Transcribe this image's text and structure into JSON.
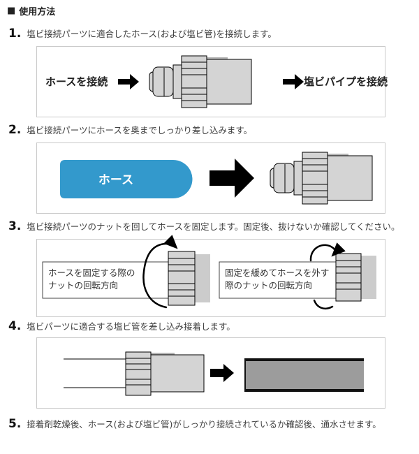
{
  "page": {
    "title_bullet": "■",
    "title": "使用方法"
  },
  "steps": [
    {
      "num": "1.",
      "text": "塩ビ接続パーツに適合したホース(および塩ビ管)を接続します。"
    },
    {
      "num": "2.",
      "text": "塩ビ接続パーツにホースを奥までしっかり差し込みます。"
    },
    {
      "num": "3.",
      "text": "塩ビ接続パーツのナットを回してホースを固定します。固定後、抜けないか確認してください。"
    },
    {
      "num": "4.",
      "text": "塩ビパーツに適合する塩ビ管を差し込み接着します。"
    },
    {
      "num": "5.",
      "text": "接着剤乾燥後、ホース(および塩ビ管)がしっかり接続されているか確認後、通水させます。"
    }
  ],
  "figure1": {
    "left_label": "ホースを接続",
    "right_label": "塩ビパイプを接続"
  },
  "figure2": {
    "hose_label": "ホース"
  },
  "figure3": {
    "left_caption_line1": "ホースを固定する際の",
    "left_caption_line2": "ナットの回転方向",
    "right_caption_line1": "固定を緩めてホースを外す",
    "right_caption_line2": "際のナットの回転方向"
  },
  "colors": {
    "hose_blue": "#3399cc",
    "part_gray": "#d4d4d4",
    "pipe_gray": "#9c9c9c",
    "box_border": "#cacaca"
  }
}
